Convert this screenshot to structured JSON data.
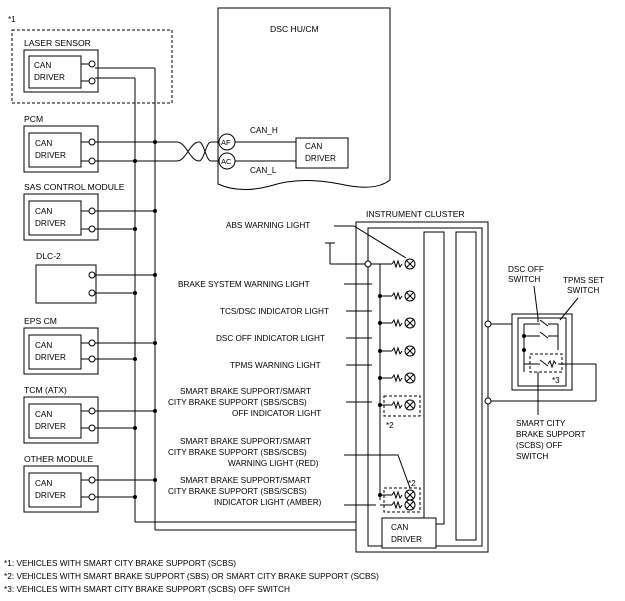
{
  "main_unit": {
    "title": "DSC HU/CM",
    "can_h": "CAN_H",
    "can_l": "CAN_L",
    "af": "AF",
    "ac": "AC",
    "driver_label_line1": "CAN",
    "driver_label_line2": "DRIVER"
  },
  "modules": [
    {
      "marker": "*1",
      "title": "LASER SENSOR",
      "line1": "CAN",
      "line2": "DRIVER"
    },
    {
      "title": "PCM",
      "line1": "CAN",
      "line2": "DRIVER"
    },
    {
      "title": "SAS CONTROL MODULE",
      "line1": "CAN",
      "line2": "DRIVER"
    },
    {
      "title": "DLC-2"
    },
    {
      "title": "EPS CM",
      "line1": "CAN",
      "line2": "DRIVER"
    },
    {
      "title": "TCM (ATX)",
      "line1": "CAN",
      "line2": "DRIVER"
    },
    {
      "title": "OTHER MODULE",
      "line1": "CAN",
      "line2": "DRIVER"
    }
  ],
  "instrument_cluster": {
    "title": "INSTRUMENT CLUSTER",
    "driver_line1": "CAN",
    "driver_line2": "DRIVER",
    "lights": [
      "ABS WARNING LIGHT",
      "BRAKE SYSTEM WARNING LIGHT",
      "TCS/DSC INDICATOR LIGHT",
      "DSC OFF INDICATOR LIGHT",
      "TPMS WARNING LIGHT"
    ],
    "sbs_off": [
      "SMART BRAKE SUPPORT/SMART",
      "CITY BRAKE SUPPORT (SBS/SCBS)",
      "OFF INDICATOR LIGHT"
    ],
    "sbs_red": [
      "SMART BRAKE SUPPORT/SMART",
      "CITY BRAKE SUPPORT (SBS/SCBS)",
      "WARNING LIGHT (RED)"
    ],
    "sbs_amber": [
      "SMART BRAKE SUPPORT/SMART",
      "CITY BRAKE SUPPORT (SBS/SCBS)",
      "INDICATOR LIGHT (AMBER)"
    ],
    "marker_2a": "*2",
    "marker_2b": "*2"
  },
  "switches": {
    "dsc_off": [
      "DSC OFF",
      "SWITCH"
    ],
    "tpms_set": [
      "TPMS SET",
      "SWITCH"
    ],
    "marker_3": "*3",
    "scbs_off": [
      "SMART CITY",
      "BRAKE SUPPORT",
      "(SCBS) OFF",
      "SWITCH"
    ]
  },
  "footnotes": [
    "*1: VEHICLES WITH SMART CITY BRAKE SUPPORT (SCBS)",
    "*2: VEHICLES WITH SMART BRAKE SUPPORT (SBS) OR SMART CITY BRAKE SUPPORT (SCBS)",
    "*3: VEHICLES WITH SMART CITY BRAKE SUPPORT (SCBS) OFF SWITCH"
  ]
}
